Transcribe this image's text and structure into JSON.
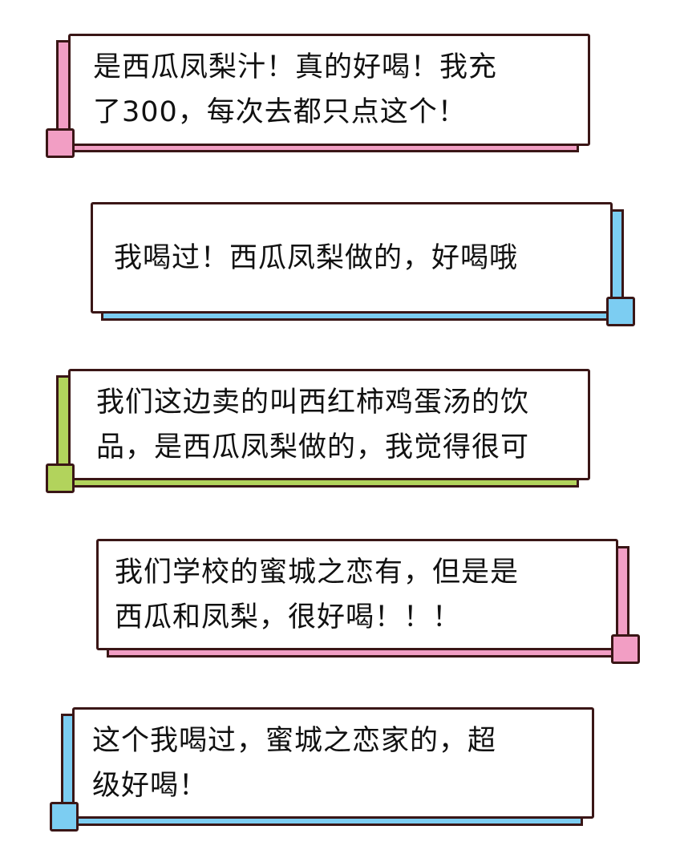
{
  "colors": {
    "pink": "#f29ec4",
    "blue": "#7ccdf2",
    "green": "#b2d35c",
    "border": "#3a1616"
  },
  "comments": [
    {
      "lines": [
        "是西瓜凤梨汁！真的好喝！我充",
        "了300，每次去都只点这个！"
      ],
      "accent": "pink",
      "side": "left"
    },
    {
      "lines": [
        "我喝过！西瓜凤梨做的，好喝哦"
      ],
      "accent": "blue",
      "side": "right"
    },
    {
      "lines": [
        "我们这边卖的叫西红柿鸡蛋汤的饮",
        "品，是西瓜凤梨做的，我觉得很可"
      ],
      "accent": "green",
      "side": "left"
    },
    {
      "lines": [
        "我们学校的蜜城之恋有，但是是",
        "西瓜和凤梨，很好喝！！！"
      ],
      "accent": "pink",
      "side": "right"
    },
    {
      "lines": [
        "这个我喝过，蜜城之恋家的，超",
        "级好喝！"
      ],
      "accent": "blue",
      "side": "left"
    }
  ]
}
